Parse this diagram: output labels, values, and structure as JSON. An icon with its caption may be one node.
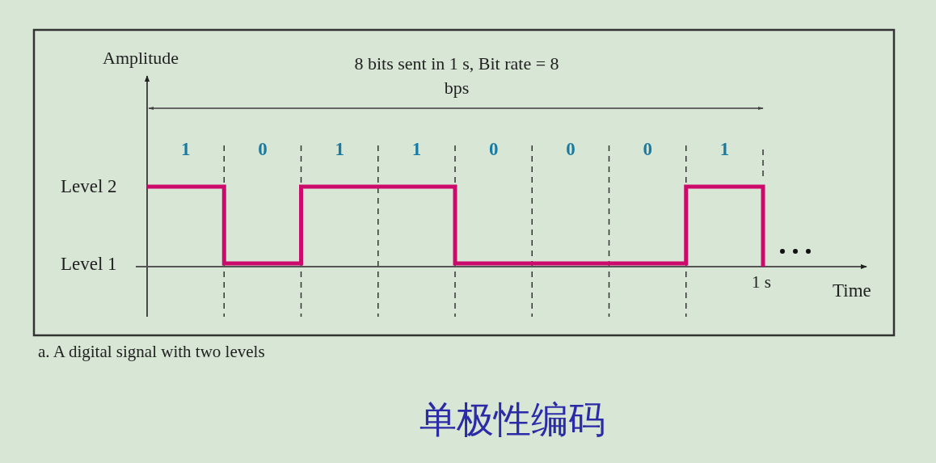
{
  "diagram": {
    "title": "单极性编码",
    "caption": "a. A digital signal with two levels",
    "labels": [
      "Amplitude",
      "8 bits sent in 1 s, Bit rate = 8 bps",
      "1",
      "0",
      "1",
      "1",
      "0",
      "0",
      "0",
      "1",
      "Level 2",
      "Level 1",
      "1 s",
      "Time"
    ]
  }
}
